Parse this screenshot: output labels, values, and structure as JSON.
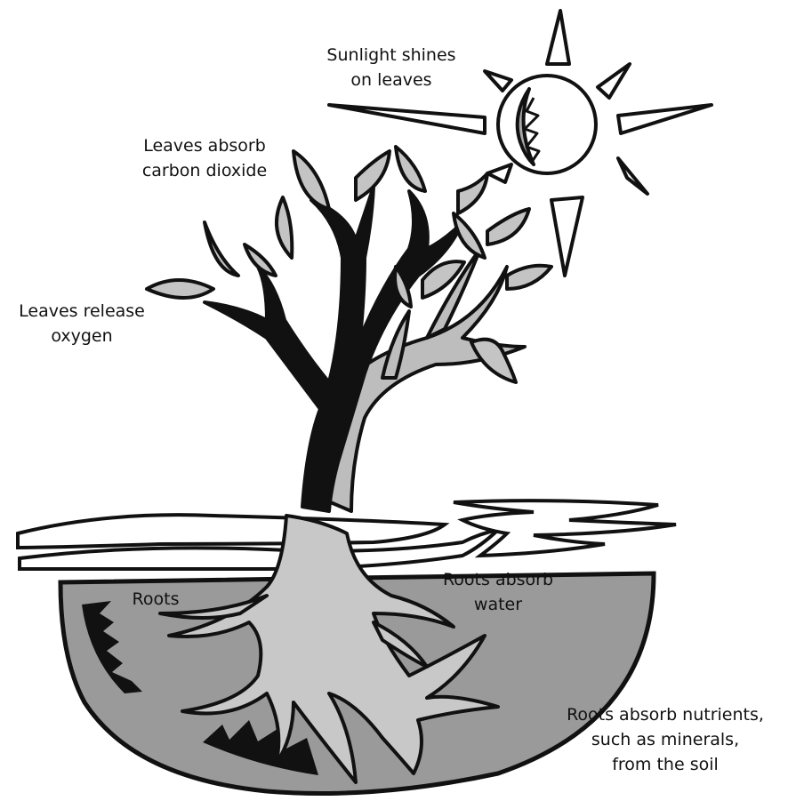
{
  "labels": {
    "sunlight": [
      "Sunlight shines",
      "on leaves"
    ],
    "carbon_dioxide": [
      "Leaves absorb",
      "carbon dioxide"
    ],
    "oxygen": [
      "Leaves release",
      "oxygen"
    ],
    "roots": "Roots",
    "water": [
      "Roots absorb",
      "water"
    ],
    "nutrients": [
      "Roots absorb nutrients,",
      "such as minerals,",
      "from the soil"
    ]
  },
  "colors": {
    "outline": "#111111",
    "soil": "#9a9a9a",
    "root": "#c8c8c8",
    "leaf": "#c4c4c4",
    "trunk_light": "#bdbdbd",
    "trunk_dark": "#111111",
    "sun_shade": "#a8a8a8",
    "background": "#ffffff"
  },
  "icons": [
    "sun-icon",
    "tree-icon",
    "leaf-icon",
    "root-icon",
    "soil-icon",
    "ground-layer-icon"
  ]
}
